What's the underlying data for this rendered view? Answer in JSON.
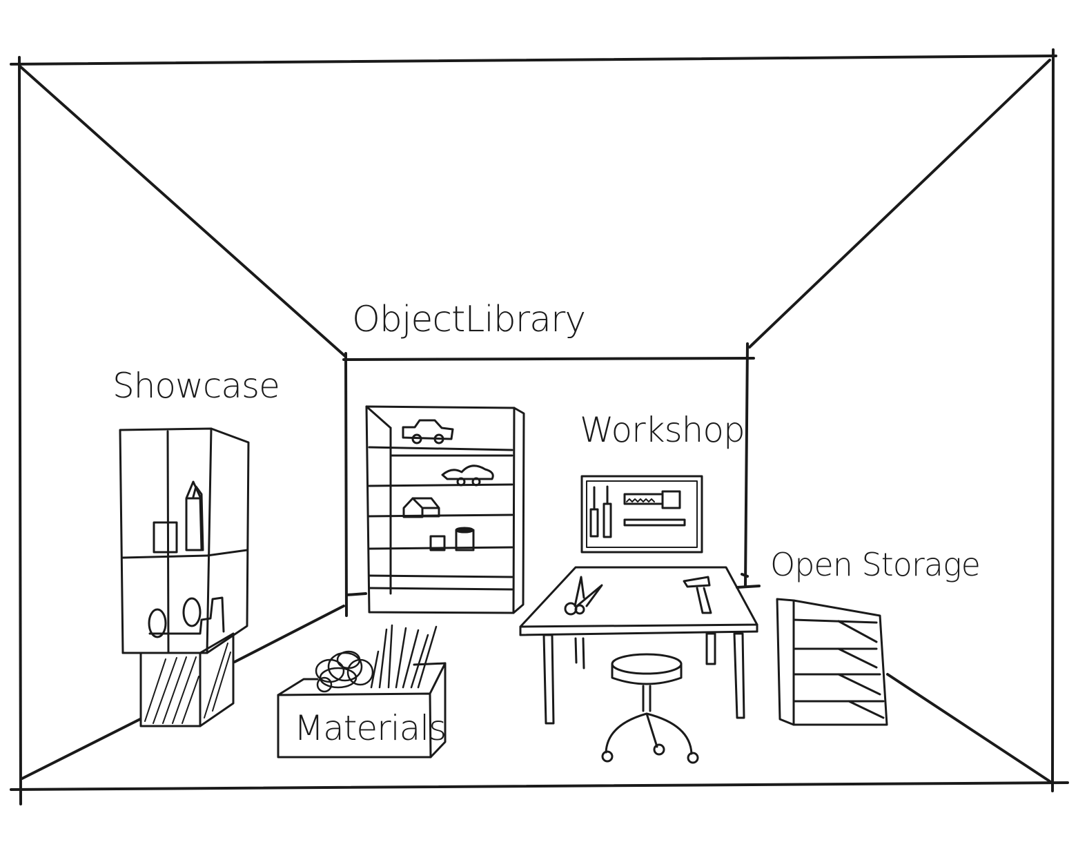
{
  "labels": {
    "object_library": "ObjectLibrary",
    "showcase": "Showcase",
    "workshop": "Workshop",
    "open_storage": "Open Storage",
    "materials": "Materials"
  },
  "colors": {
    "ink": "#1a1a1a",
    "paper": "#ffffff"
  }
}
